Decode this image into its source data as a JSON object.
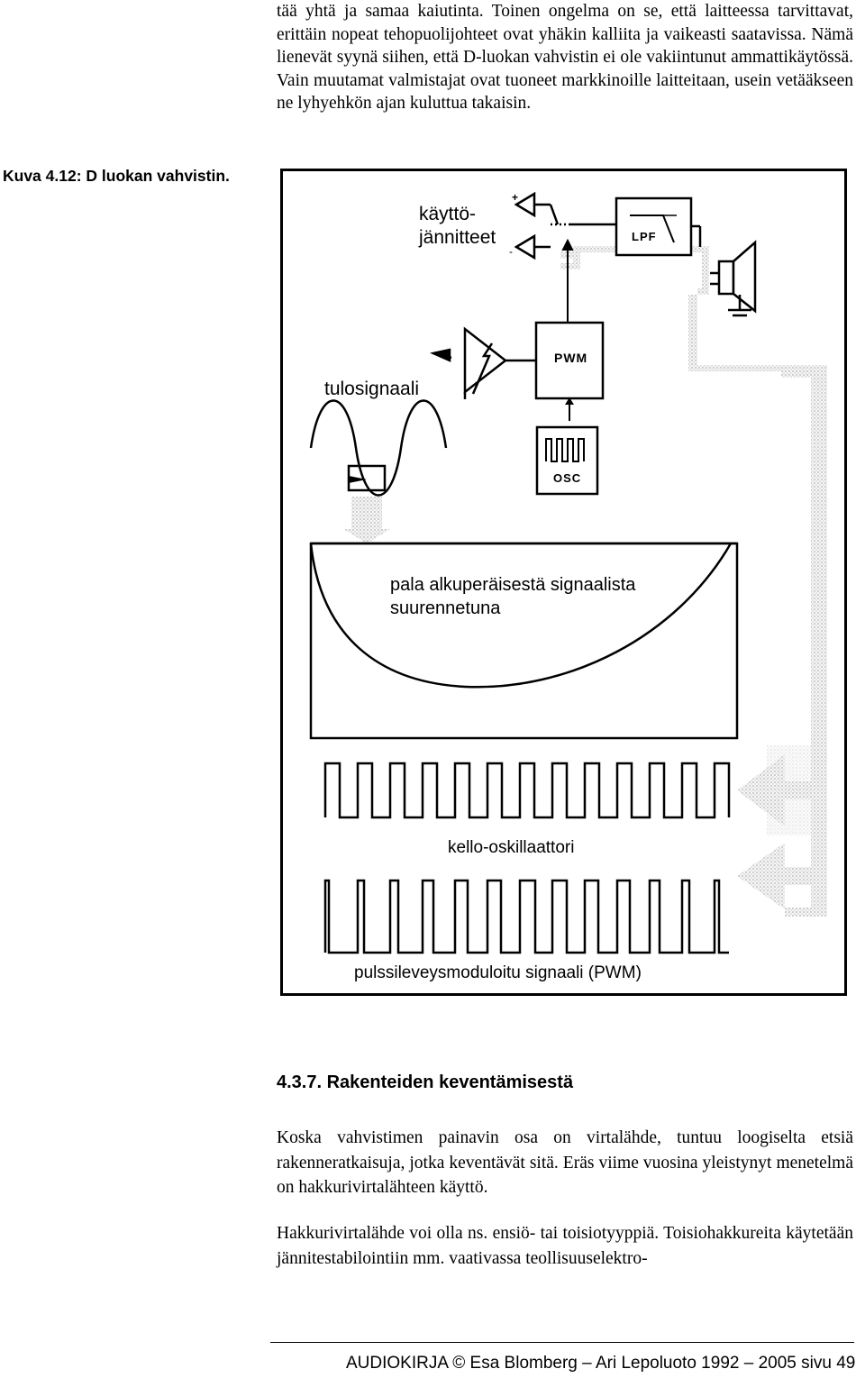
{
  "intro_text": "tää yhtä ja samaa kaiutinta. Toinen ongelma on se, että laitteessa tarvittavat, erittäin nopeat tehopuolijohteet ovat yhäkin kalliita ja vaikeasti saatavissa. Nämä lienevät syynä siihen, että D-luokan vahvistin ei ole vakiintunut ammattikäytössä. Vain muutamat valmistajat ovat tuoneet markkinoille laitteitaan, usein vetääkseen ne lyhyehkön ajan kuluttua takaisin.",
  "caption": "Kuva 4.12: D luokan vahvistin.",
  "figure": {
    "label_supply_line1": "käyttö-",
    "label_supply_line2": "jännitteet",
    "label_lpf": "LPF",
    "label_pwm": "PWM",
    "label_osc": "OSC",
    "label_input": "tulosignaali",
    "label_piece_line1": "pala alkuperäisestä signaalista",
    "label_piece_line2": "suurennetuna",
    "label_clock": "kello-oskillaattori",
    "label_pwm_signal": "pulssileveysmoduloitu signaali (PWM)",
    "plus_sign": "+",
    "minus_sign": "-"
  },
  "section_heading": "4.3.7. Rakenteiden keventämisestä",
  "paragraph1": "Koska vahvistimen painavin osa on virtalähde, tuntuu loogiselta etsiä rakenneratkaisuja, jotka keventävät sitä. Eräs viime vuosina yleistynyt menetelmä on hakkurivirtalähteen käyttö.",
  "paragraph2": "Hakkurivirtalähde voi olla ns. ensiö- tai toisiotyyppiä. Toisiohakkureita käytetään jännitestabilointiin mm. vaativassa teollisuuselektro-",
  "footer": "AUDIOKIRJA © Esa Blomberg – Ari Lepoluoto 1992 – 2005 sivu 49"
}
